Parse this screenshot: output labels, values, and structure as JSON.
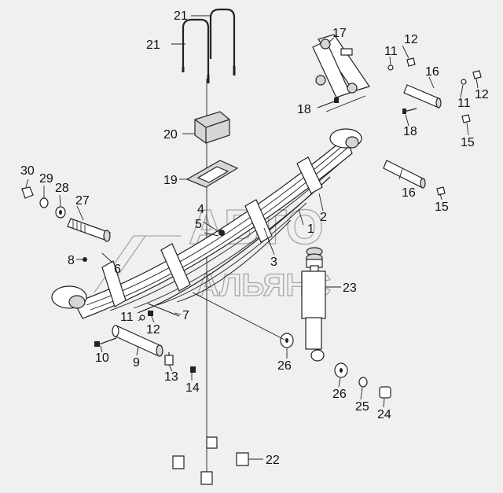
{
  "watermark": {
    "line1": "АВТО",
    "line2": "АЛЬЯНС"
  },
  "callouts": {
    "c1": "1",
    "c2": "2",
    "c3": "3",
    "c4": "4",
    "c5": "5",
    "c6": "6",
    "c7": "7",
    "c8": "8",
    "c9": "9",
    "c10": "10",
    "c11a": "11",
    "c11b": "11",
    "c11c": "11",
    "c12a": "12",
    "c12b": "12",
    "c12c": "12",
    "c13": "13",
    "c14": "14",
    "c15a": "15",
    "c15b": "15",
    "c16a": "16",
    "c16b": "16",
    "c17": "17",
    "c18a": "18",
    "c18b": "18",
    "c19": "19",
    "c20": "20",
    "c21a": "21",
    "c21b": "21",
    "c22": "22",
    "c23": "23",
    "c24": "24",
    "c25": "25",
    "c26a": "26",
    "c26b": "26",
    "c27": "27",
    "c28": "28",
    "c29": "29",
    "c30": "30"
  },
  "colors": {
    "line": "#222222",
    "part_fill": "#ffffff",
    "part_shade": "#d6d6d6",
    "watermark": "#9a9a9a"
  }
}
